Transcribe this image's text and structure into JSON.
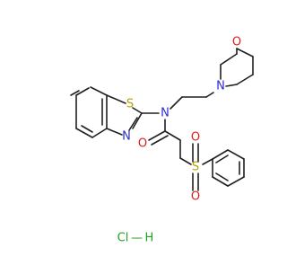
{
  "molecule": {
    "labels": {
      "o_morph": "O",
      "n_morph": "N",
      "s_thiazole": "S",
      "n_thiazole": "N",
      "n_amide": "N",
      "o_carbonyl": "O",
      "s_sulfonyl": "S",
      "o_sulfonyl_top": "O",
      "o_sulfonyl_bottom": "O"
    },
    "salt": "Cl — H",
    "colors": {
      "carbon_bond": "#202020",
      "nitrogen": "#2b2bd6",
      "oxygen": "#e01b1b",
      "sulfur": "#b8a200",
      "halogen": "#22a022"
    }
  }
}
